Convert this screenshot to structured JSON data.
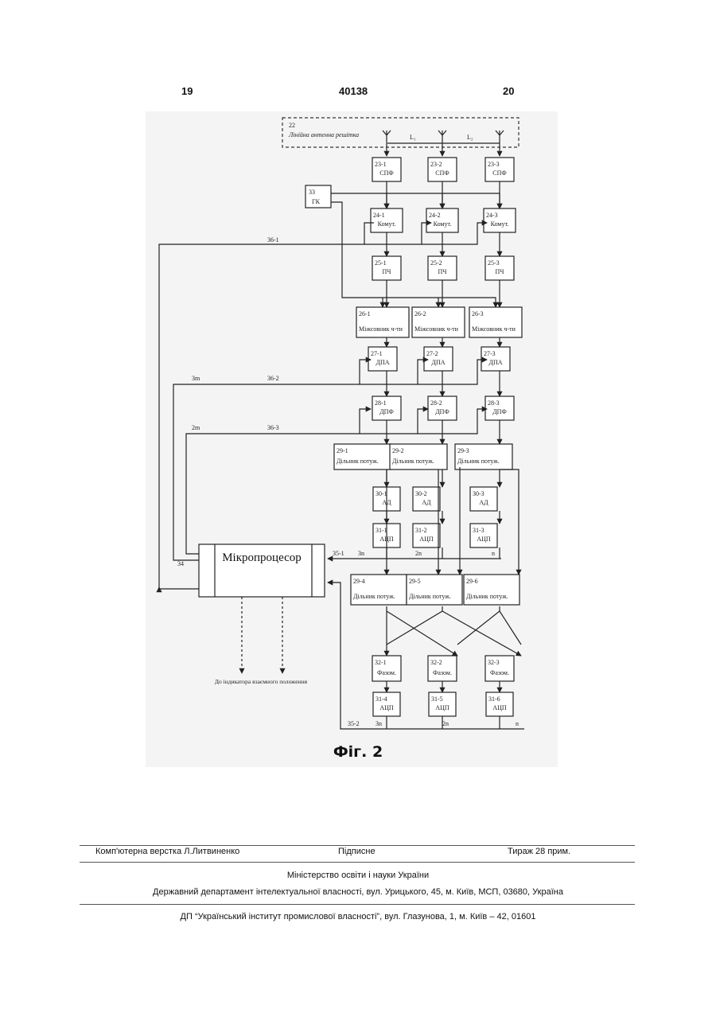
{
  "header": {
    "left_page": "19",
    "patent_number": "40138",
    "right_page": "20"
  },
  "diagram": {
    "antenna": {
      "num": "22",
      "label": "Лінійна антенна решітка",
      "l1": "L₁",
      "l2": "L₂"
    },
    "gk": {
      "num": "33",
      "label": "ГК"
    },
    "columns": [
      {
        "spf": [
          "23-1",
          "СПФ"
        ],
        "komut": [
          "24-1",
          "Комут."
        ],
        "pch": [
          "25-1",
          "ПЧ"
        ],
        "mix": [
          "26-1",
          "Міжсовник ч-ти"
        ],
        "dpa": [
          "27-1",
          "ДПА"
        ],
        "dpf": [
          "28-1",
          "ДПФ"
        ],
        "div": [
          "29-1",
          "Дільник потуж."
        ],
        "ad": [
          "30-1",
          "АД"
        ],
        "adc": [
          "31-1",
          "АЦП"
        ],
        "div2": [
          "29-4",
          "Дільник потуж."
        ],
        "faz": [
          "32-1",
          "Фазом."
        ],
        "adc2": [
          "31-4",
          "АЦП"
        ]
      },
      {
        "spf": [
          "23-2",
          "СПФ"
        ],
        "komut": [
          "24-2",
          "Комут."
        ],
        "pch": [
          "25-2",
          "ПЧ"
        ],
        "mix": [
          "26-2",
          "Міжсовник ч-ти"
        ],
        "dpa": [
          "27-2",
          "ДПА"
        ],
        "dpf": [
          "28-2",
          "ДПФ"
        ],
        "div": [
          "29-2",
          "Дільник потуж."
        ],
        "ad": [
          "30-2",
          "АД"
        ],
        "adc": [
          "31-2",
          "АЦП"
        ],
        "div2": [
          "29-5",
          "Дільник потуж."
        ],
        "faz": [
          "32-2",
          "Фазом."
        ],
        "adc2": [
          "31-5",
          "АЦП"
        ]
      },
      {
        "spf": [
          "23-3",
          "СПФ"
        ],
        "komut": [
          "24-3",
          "Комут."
        ],
        "pch": [
          "25-3",
          "ПЧ"
        ],
        "mix": [
          "26-3",
          "Міжсовник ч-ти"
        ],
        "dpa": [
          "27-3",
          "ДПА"
        ],
        "dpf": [
          "28-3",
          "ДПФ"
        ],
        "div": [
          "29-3",
          "Дільник потуж."
        ],
        "ad": [
          "30-3",
          "АД"
        ],
        "adc": [
          "31-3",
          "АЦП"
        ],
        "div2": [
          "29-6",
          "Дільник потуж."
        ],
        "faz": [
          "32-3",
          "Фазом."
        ],
        "adc2": [
          "31-6",
          "АЦП"
        ]
      }
    ],
    "mp": {
      "label": "Мікропроцесор",
      "num": "34"
    },
    "buses": {
      "b1": "36-1",
      "b2": "36-2",
      "b3": "36-3",
      "m1": "3m",
      "m2": "2m",
      "w1": "35-1",
      "w2": "35-2",
      "n1": "3n",
      "n2": "2n",
      "n3": "n"
    },
    "indicator": "До індикатора взаємного положення"
  },
  "figure_caption": "Фіг. 2",
  "footer": {
    "composer": "Комп'ютерна верстка Л.Литвиненко",
    "signed": "Підписне",
    "circulation": "Тираж 28 прим.",
    "ministry": "Міністерство освіти і науки України",
    "department": "Державний департамент інтелектуальної власності, вул. Урицького, 45, м. Київ, МСП, 03680, Україна",
    "institute": "ДП “Український інститут промислової власності”, вул. Глазунова, 1, м. Київ – 42, 01601"
  }
}
